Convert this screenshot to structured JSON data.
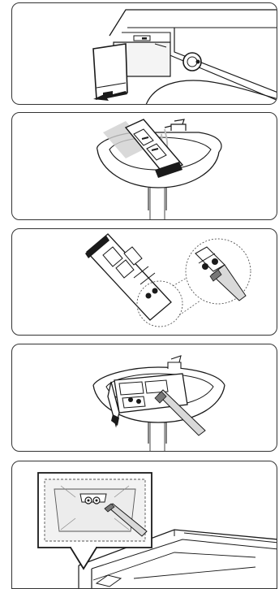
{
  "steps": [
    {
      "id": 1,
      "illustration": "pull-out-detergent-drawer"
    },
    {
      "id": 2,
      "illustration": "rinse-drawer-in-sink"
    },
    {
      "id": 3,
      "illustration": "clean-siphon-caps-with-brush"
    },
    {
      "id": 4,
      "illustration": "scrub-drawer-in-sink"
    },
    {
      "id": 5,
      "illustration": "clean-drawer-recess-in-machine"
    }
  ],
  "colors": {
    "line": "#1a1a1a",
    "shadow": "#bdbdbd",
    "brush": "#d9d9d9",
    "panel_border": "#333333"
  },
  "icons": [
    "arrow-left-icon",
    "faucet-icon",
    "toothbrush-icon",
    "water-splash-icon",
    "dashed-zoom-circle-icon"
  ]
}
